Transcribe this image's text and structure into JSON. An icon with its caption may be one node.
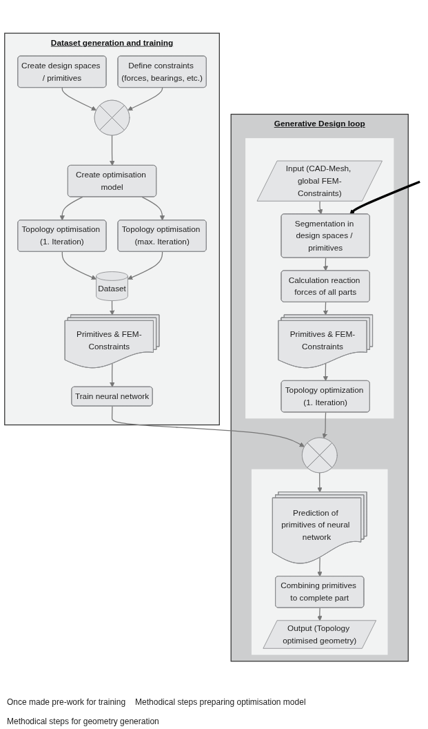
{
  "diagram": {
    "nodes": [
      {
        "text": [
          "Dataset generation and training"
        ]
      },
      {
        "text": [
          "Create design spaces / primitives"
        ],
        "in": 0
      },
      {
        "text": [
          "Define constraints (forces, bearings, etc.)"
        ],
        "in": 0
      },
      {
        "text": [],
        "shape": "circle",
        "in": 0
      },
      {
        "text": [
          "Create optimisation model"
        ],
        "in": 0
      },
      {
        "text": [
          "Topology optimisation (1. Iteration)"
        ],
        "in": 0
      },
      {
        "text": [
          "Topology optimisation (max. Iteration)"
        ],
        "in": 0
      },
      {
        "text": [
          "Dataset"
        ],
        "in": 0
      },
      {
        "text": [
          "Primitives & FEM-Constraints"
        ],
        "in": 0
      },
      {
        "text": [
          "Train neural network"
        ],
        "in": 0
      },
      {
        "text": [
          "Generative Design loop"
        ]
      },
      {
        "text": [],
        "shape": "box",
        "in": 10
      },
      {
        "text": [
          "Input (CAD-Mesh, global FEM-Constraints)"
        ],
        "in": 11
      },
      {
        "text": [
          "Segmentation in design spaces / primitives"
        ],
        "in": 11
      },
      {
        "text": [
          "Calculation reaction forces of all parts"
        ],
        "in": 11
      },
      {
        "text": [
          "Primitives & FEM-Constraints"
        ],
        "in": 11
      },
      {
        "text": [
          "Topology optimization (1. Iteration)"
        ],
        "in": 11
      },
      {
        "text": [],
        "shape": "circle",
        "in": 10
      },
      {
        "text": [],
        "shape": "box",
        "in": 10
      },
      {
        "text": [
          "Prediction of primitives of neural network"
        ],
        "in": 18
      },
      {
        "text": [
          "Combining primitives to complete part"
        ],
        "in": 18
      },
      {
        "text": [
          "Output (Topology optimised geometry)"
        ],
        "in": 18
      }
    ],
    "edges": [
      {
        "from": 1,
        "to": 3,
        "arrow": "to"
      },
      {
        "from": 2,
        "to": 3,
        "arrow": "to"
      },
      {
        "from": 3,
        "to": 4,
        "arrow": "to"
      },
      {
        "from": 4,
        "to": 5,
        "arrow": "to"
      },
      {
        "from": 4,
        "to": 6,
        "arrow": "to"
      },
      {
        "from": 5,
        "to": 7,
        "arrow": "to"
      },
      {
        "from": 6,
        "to": 7,
        "arrow": "to"
      },
      {
        "from": 7,
        "to": 8,
        "arrow": "to"
      },
      {
        "from": 8,
        "to": 9,
        "arrow": "to"
      },
      {
        "from": 9,
        "to": 17,
        "arrow": "to"
      },
      {
        "from": 12,
        "to": 13,
        "arrow": "to"
      },
      {
        "from": 13,
        "to": 14,
        "arrow": "to"
      },
      {
        "from": 14,
        "to": 15,
        "arrow": "to"
      },
      {
        "from": 15,
        "to": 16,
        "arrow": "to"
      },
      {
        "from": 16,
        "to": 17,
        "arrow": "to"
      },
      {
        "from": 17,
        "to": 19,
        "arrow": "to"
      },
      {
        "from": 19,
        "to": 20,
        "arrow": "to"
      },
      {
        "from": 20,
        "to": 21,
        "arrow": "to"
      },
      {
        "from": null,
        "to": 13,
        "arrow": "to",
        "style": "thick",
        "color": "#000000"
      }
    ],
    "labels": [
      "Once made pre-work for training",
      "Methodical steps preparing optimisation model",
      "Methodical steps for geometry generation"
    ]
  }
}
